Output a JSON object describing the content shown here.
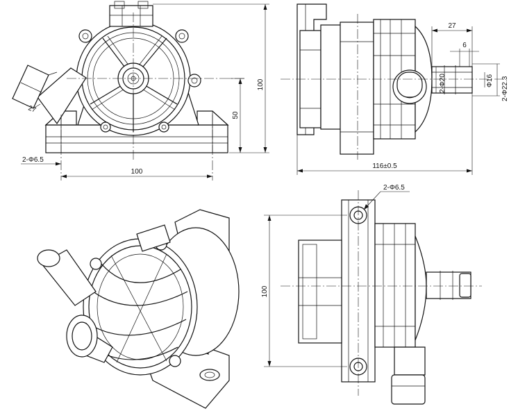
{
  "dimensions": {
    "front_view": {
      "height_overall": "100",
      "axis_height": "50",
      "inlet_diameter": "27",
      "mount_holes": "2-Φ6.5",
      "hole_spacing": "100"
    },
    "side_view": {
      "outlet_length": "27",
      "wall": "6",
      "outer_diameter": "2-Φ20",
      "inner_diameter": "Φ16",
      "bead_diameter": "2-Φ22.3",
      "overall_length": "116±0.5"
    },
    "rear_view": {
      "mount_holes": "2-Φ6.5",
      "height_overall": "100"
    }
  }
}
